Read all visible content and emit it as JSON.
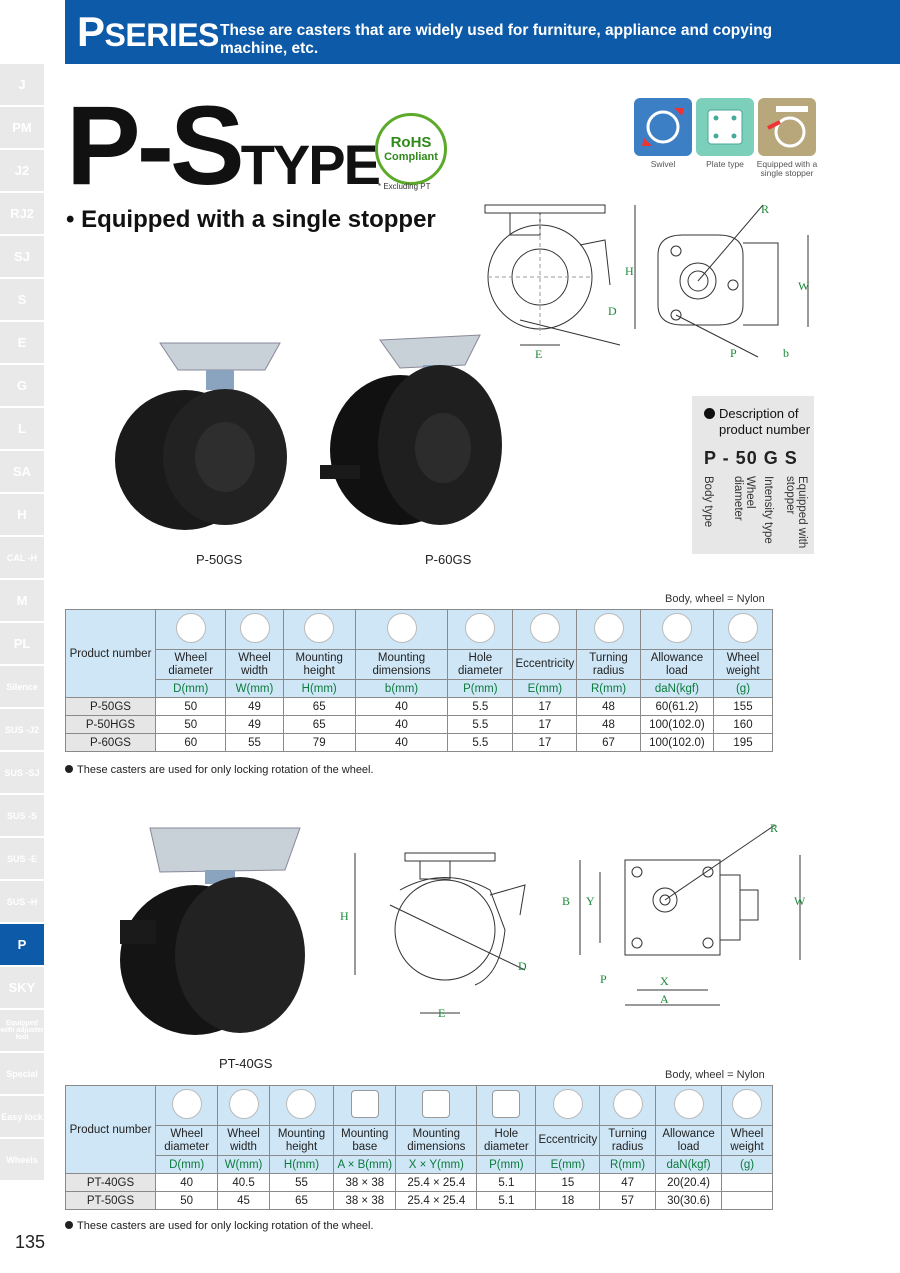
{
  "header": {
    "series_big": "P",
    "series_rest": "SERIES",
    "description": "These are casters that are widely used for furniture, appliance and copying machine, etc."
  },
  "sidebar": {
    "items": [
      {
        "label": "J"
      },
      {
        "label": "PM"
      },
      {
        "label": "J2"
      },
      {
        "label": "RJ2"
      },
      {
        "label": "SJ"
      },
      {
        "label": "S"
      },
      {
        "label": "E"
      },
      {
        "label": "G"
      },
      {
        "label": "L"
      },
      {
        "label": "SA"
      },
      {
        "label": "H"
      },
      {
        "label": "CAL -H"
      },
      {
        "label": "M"
      },
      {
        "label": "PL"
      },
      {
        "label": "Silence"
      },
      {
        "label": "SUS -J2"
      },
      {
        "label": "SUS -SJ"
      },
      {
        "label": "SUS -S"
      },
      {
        "label": "SUS -E"
      },
      {
        "label": "SUS -H"
      },
      {
        "label": "P"
      },
      {
        "label": "SKY"
      },
      {
        "label": "Equipped with adjuster foot"
      },
      {
        "label": "Special"
      },
      {
        "label": "Easy lock"
      },
      {
        "label": "Wheels"
      }
    ],
    "active": "P",
    "accent": "#0d5aa8"
  },
  "page_number": "135",
  "title": {
    "main": "P-S",
    "suffix": "TYPE",
    "rohs_line1": "RoHS",
    "rohs_line2": "Compliant",
    "rohs_note": "* Excluding PT",
    "subtitle": "• Equipped with a single stopper"
  },
  "features": [
    {
      "icon": "swivel-icon",
      "label": "Swivel",
      "color": "#3d7fc4"
    },
    {
      "icon": "plate-type-icon",
      "label": "Plate type",
      "color": "#7ccfb8"
    },
    {
      "icon": "stopper-icon",
      "label": "Equipped with a single stopper",
      "color": "#b7a77a"
    }
  ],
  "photos": {
    "p50": "P-50GS",
    "p60": "P-60GS",
    "pt40": "PT-40GS"
  },
  "drawing_labels": {
    "top_side": {
      "H": "H",
      "D": "D",
      "E": "E"
    },
    "top_plan": {
      "R": "R",
      "W": "W",
      "P": "P",
      "b": "b"
    },
    "bottom_side": {
      "H": "H",
      "D": "D",
      "E": "E"
    },
    "bottom_plan": {
      "R": "R",
      "B": "B",
      "Y": "Y",
      "W": "W",
      "P": "P",
      "X": "X",
      "A": "A"
    }
  },
  "product_desc": {
    "heading_1": "Description of",
    "heading_2": "product number",
    "code": "P - 50 G S",
    "parts": [
      "Body type",
      "Wheel diameter",
      "Intensity type",
      "Equipped with stopper"
    ]
  },
  "table1": {
    "material_note": "Body, wheel = Nylon",
    "product_header": "Product number",
    "columns": [
      {
        "label": "Wheel diameter",
        "unit": "D(mm)"
      },
      {
        "label": "Wheel width",
        "unit": "W(mm)"
      },
      {
        "label": "Mounting height",
        "unit": "H(mm)"
      },
      {
        "label": "Mounting dimensions",
        "unit": "b(mm)"
      },
      {
        "label": "Hole diameter",
        "unit": "P(mm)"
      },
      {
        "label": "Eccentricity",
        "unit": "E(mm)"
      },
      {
        "label": "Turning radius",
        "unit": "R(mm)"
      },
      {
        "label": "Allowance load",
        "unit": "daN(kgf)"
      },
      {
        "label": "Wheel weight",
        "unit": "(g)"
      }
    ],
    "rows": [
      [
        "P-50GS",
        "50",
        "49",
        "65",
        "40",
        "5.5",
        "17",
        "48",
        "60(61.2)",
        "155"
      ],
      [
        "P-50HGS",
        "50",
        "49",
        "65",
        "40",
        "5.5",
        "17",
        "48",
        "100(102.0)",
        "160"
      ],
      [
        "P-60GS",
        "60",
        "55",
        "79",
        "40",
        "5.5",
        "17",
        "67",
        "100(102.0)",
        "195"
      ]
    ],
    "footnote": "These casters are used for only locking rotation of the wheel."
  },
  "table2": {
    "material_note": "Body, wheel = Nylon",
    "product_header": "Product number",
    "columns": [
      {
        "label": "Wheel diameter",
        "unit": "D(mm)"
      },
      {
        "label": "Wheel width",
        "unit": "W(mm)"
      },
      {
        "label": "Mounting height",
        "unit": "H(mm)"
      },
      {
        "label": "Mounting base",
        "unit": "A × B(mm)"
      },
      {
        "label": "Mounting dimensions",
        "unit": "X × Y(mm)"
      },
      {
        "label": "Hole diameter",
        "unit": "P(mm)"
      },
      {
        "label": "Eccentricity",
        "unit": "E(mm)"
      },
      {
        "label": "Turning radius",
        "unit": "R(mm)"
      },
      {
        "label": "Allowance load",
        "unit": "daN(kgf)"
      },
      {
        "label": "Wheel weight",
        "unit": "(g)"
      }
    ],
    "rows": [
      [
        "PT-40GS",
        "40",
        "40.5",
        "55",
        "38 × 38",
        "25.4 × 25.4",
        "5.1",
        "15",
        "47",
        "20(20.4)",
        ""
      ],
      [
        "PT-50GS",
        "50",
        "45",
        "65",
        "38 × 38",
        "25.4 × 25.4",
        "5.1",
        "18",
        "57",
        "30(30.6)",
        ""
      ]
    ],
    "footnote": "These casters are used for only locking rotation of the wheel."
  }
}
